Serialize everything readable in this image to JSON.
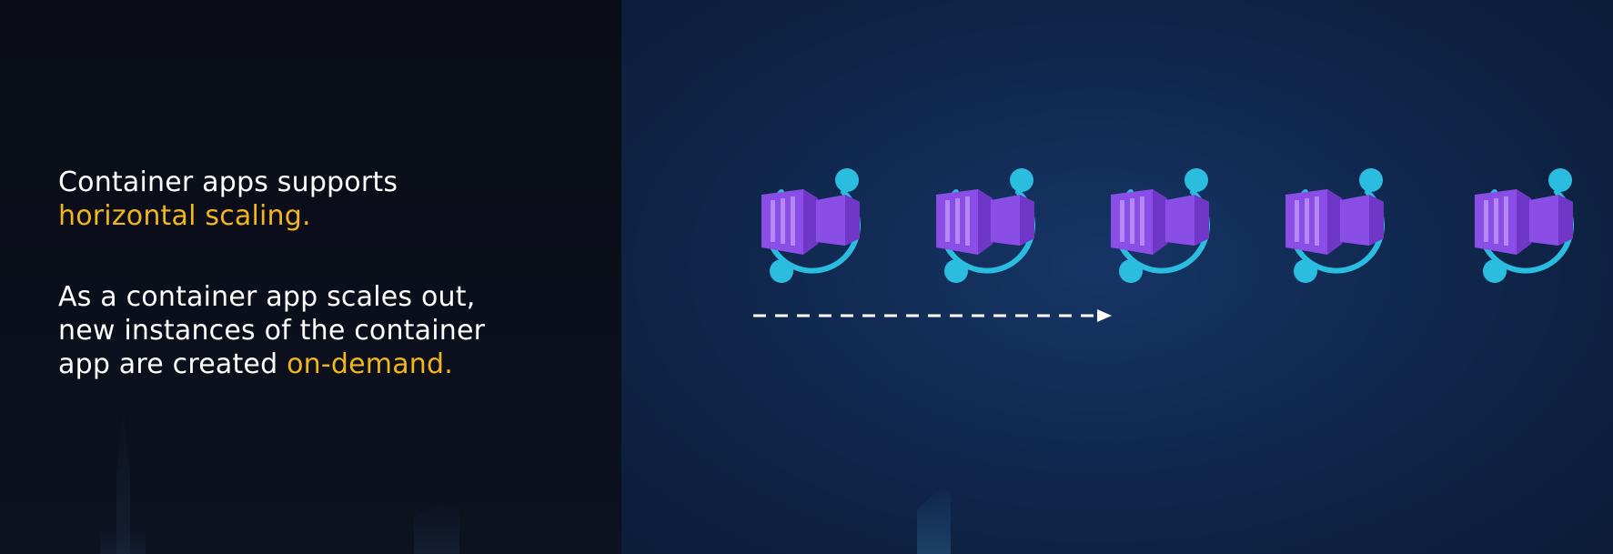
{
  "slide": {
    "paragraph1": {
      "line1": "Container apps supports",
      "highlight": "horizontal scaling."
    },
    "paragraph2": {
      "line1": "As a container app scales out,",
      "line2": "new instances of the container",
      "line3_prefix": "app are created ",
      "highlight": "on-demand."
    }
  },
  "colors": {
    "highlight": "#f0b51f",
    "text": "#ffffff",
    "ring": "#2bbde0",
    "cube_front": "#8a4ee6",
    "cube_side": "#6f36c8",
    "arrow": "#ffffff"
  },
  "visual": {
    "instances": [
      {
        "icon": "container-app-icon"
      },
      {
        "icon": "container-app-icon"
      },
      {
        "icon": "container-app-icon"
      },
      {
        "icon": "container-app-icon"
      },
      {
        "icon": "container-app-icon"
      }
    ],
    "arrow_icon": "dashed-arrow-right-icon"
  }
}
